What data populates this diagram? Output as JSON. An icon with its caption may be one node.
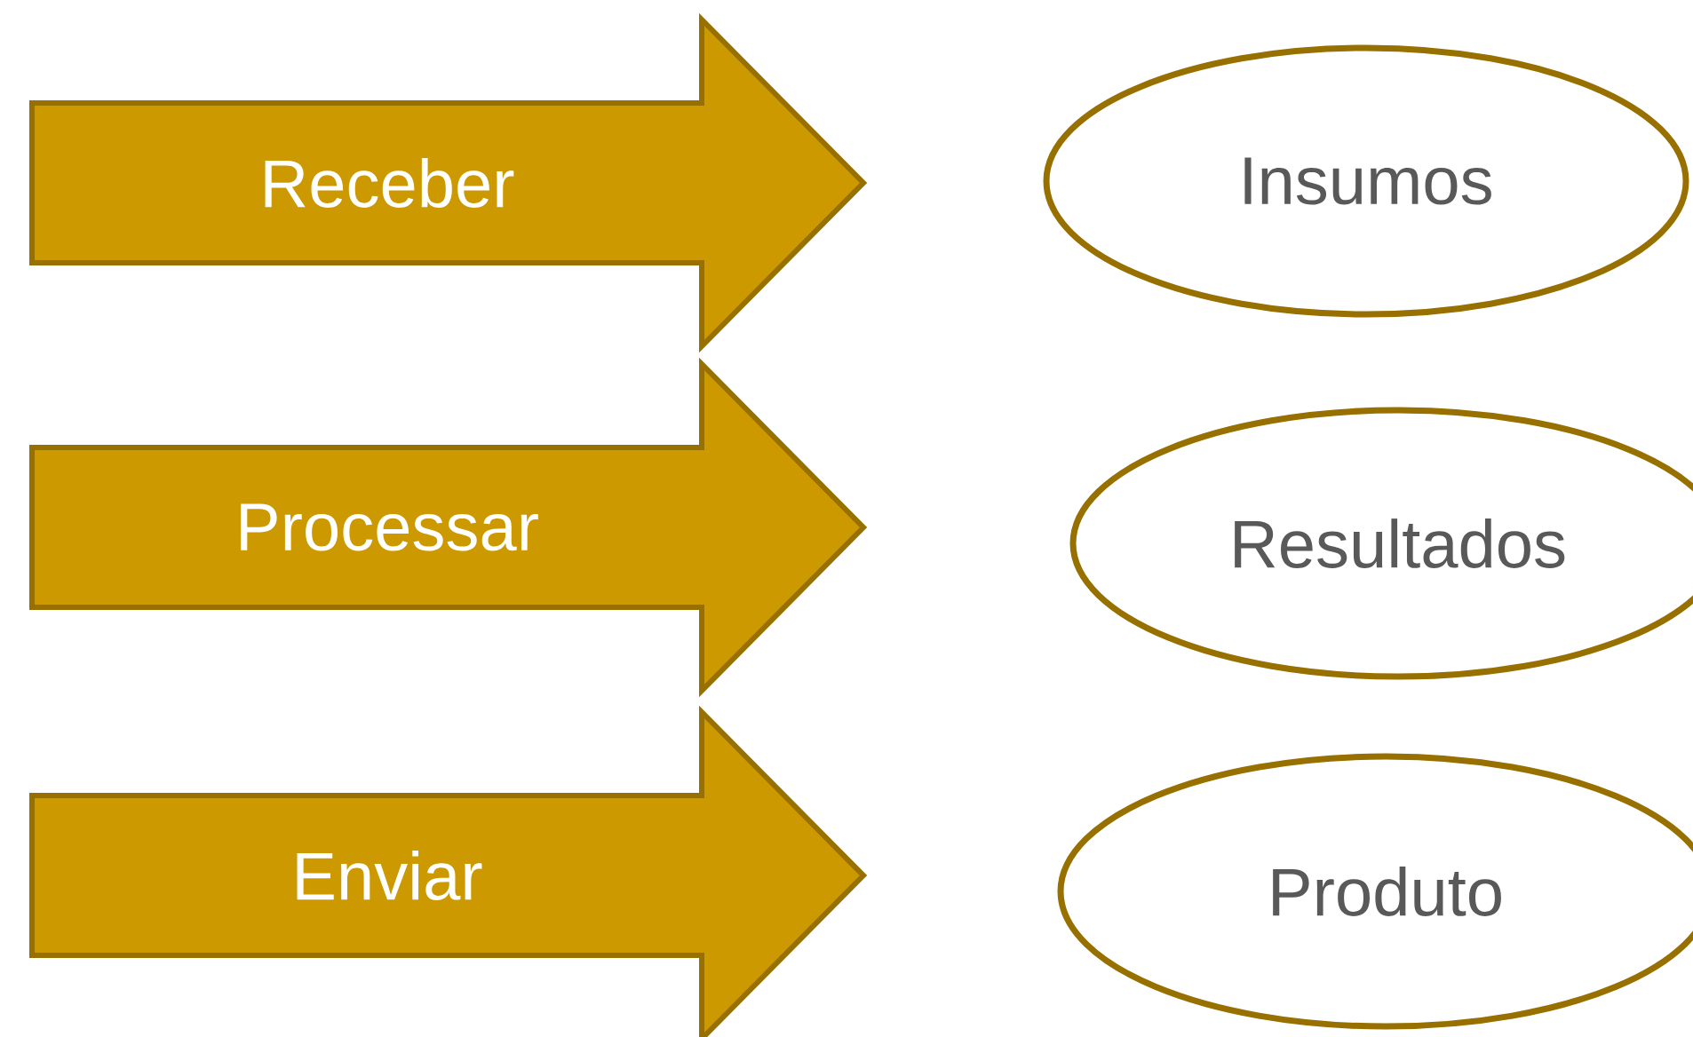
{
  "diagram": {
    "nodes": [
      {
        "text": [
          "Receber"
        ]
      },
      {
        "text": [
          "Processar"
        ]
      },
      {
        "text": [
          "Enviar"
        ]
      },
      {
        "text": [
          "Insumos"
        ]
      },
      {
        "text": [
          "Resultados"
        ]
      },
      {
        "text": [
          "Produto"
        ]
      }
    ]
  }
}
